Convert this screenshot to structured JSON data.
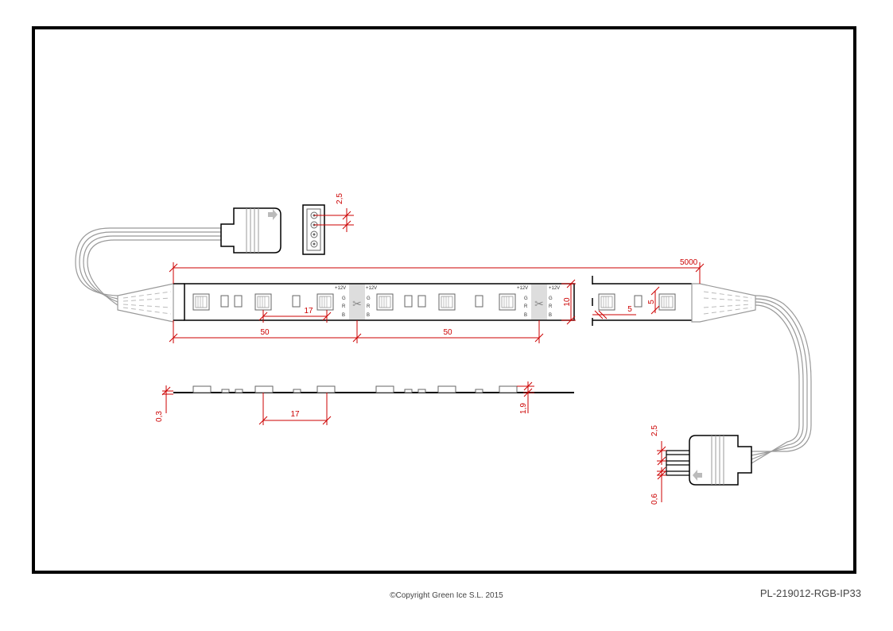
{
  "drawing": {
    "dim_total_length": "5000",
    "dim_cut_spacing": "50",
    "dim_led_pitch": "17",
    "dim_strip_width": "10",
    "dim_end_led_offset": "5",
    "dim_end_led_size": "5",
    "dim_pcb_thickness": "0,3",
    "dim_led_height": "1,9",
    "dim_pin_spacing": "2,5",
    "dim_pin_diameter": "0,6",
    "pad_labels": [
      "+12V",
      "G",
      "R",
      "B"
    ],
    "colors": {
      "dimension": "#cc0000",
      "outline": "#000000",
      "detail": "#999999"
    }
  },
  "footer": {
    "copyright": "©Copyright Green Ice S.L. 2015",
    "product_code": "PL-219012-RGB-IP33"
  }
}
